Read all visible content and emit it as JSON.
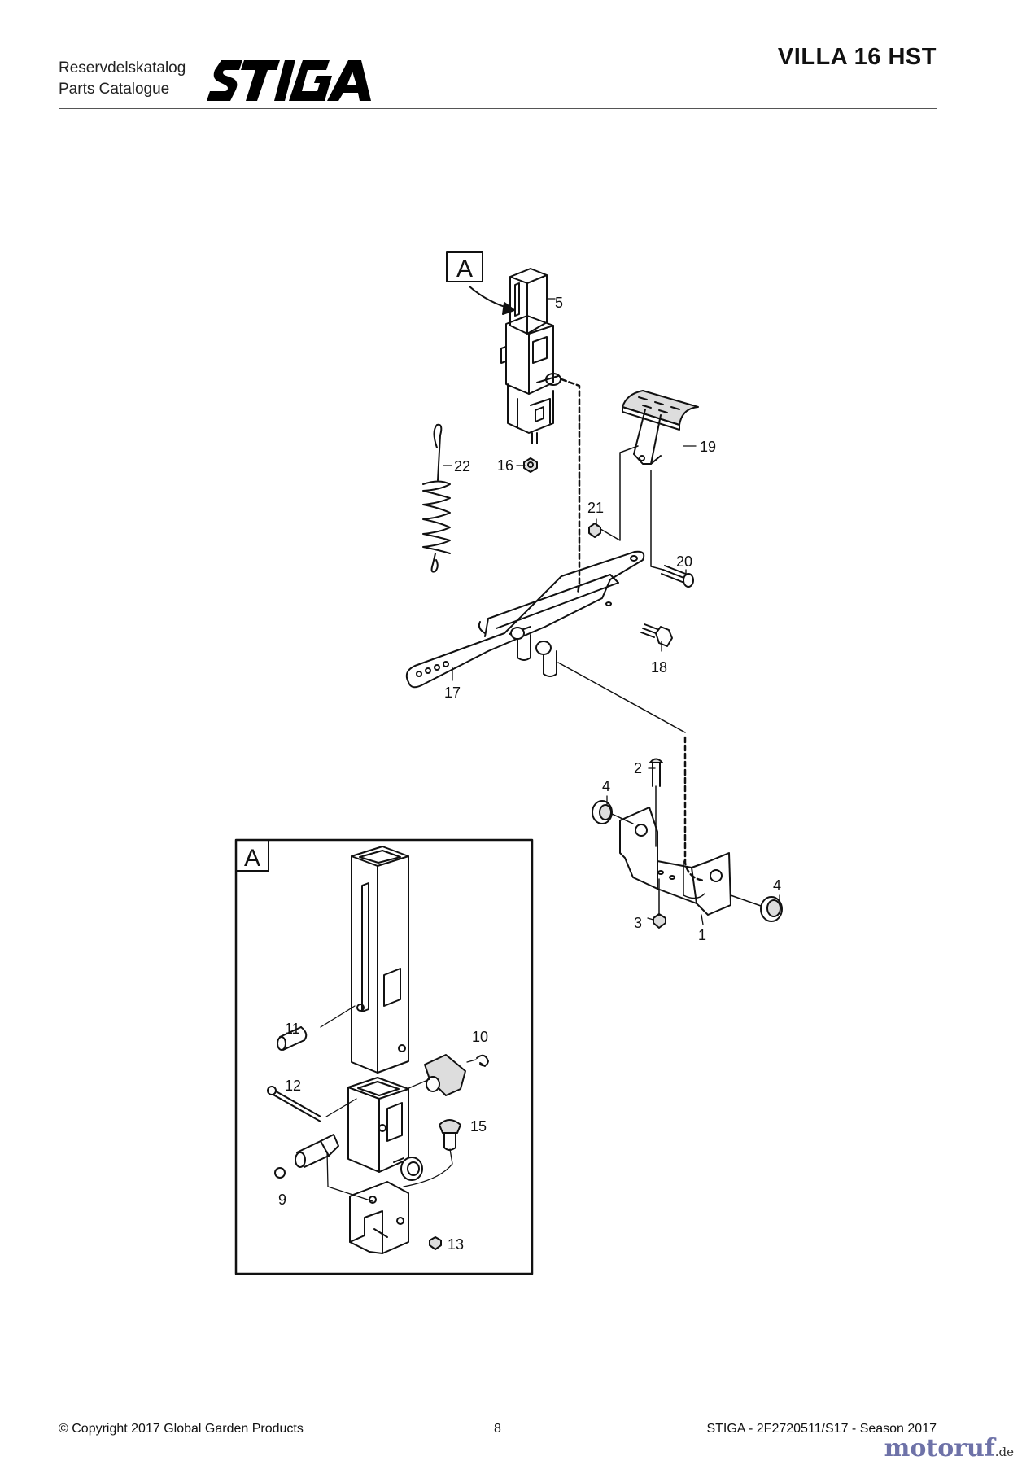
{
  "header": {
    "line1": "Reservdelskatalog",
    "line2": "Parts Catalogue",
    "brand": "STIGA",
    "model": "VILLA 16 HST"
  },
  "diagram": {
    "detail_marker": "A",
    "detail_box_label": "A",
    "callouts": [
      "5",
      "16",
      "22",
      "19",
      "21",
      "20",
      "18",
      "17",
      "2",
      "4",
      "4",
      "3",
      "1",
      "11",
      "10",
      "12",
      "15",
      "9",
      "13"
    ]
  },
  "footer": {
    "copyright": "© Copyright 2017 Global Garden Products",
    "page": "8",
    "doc_ref": "STIGA - 2F2720511/S17 - Season 2017"
  },
  "watermark": {
    "text": "motoruf",
    "suffix": ".de"
  }
}
